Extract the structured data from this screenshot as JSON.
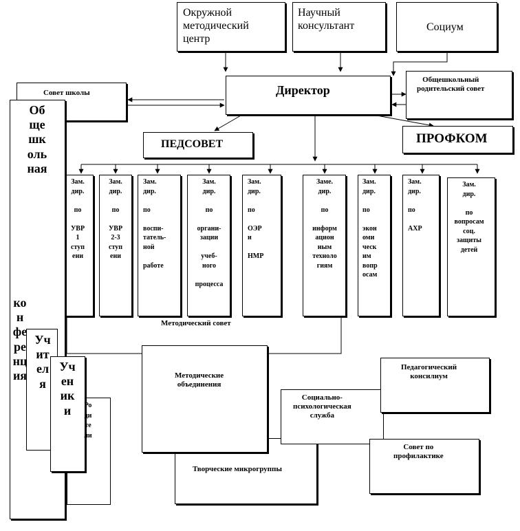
{
  "org": {
    "okruzhnoy": "Окружной\nметодический\nцентр",
    "nauchny": "Научный\nконсультант",
    "sotsium": "Социум",
    "director": "Директор",
    "sovet_shkoly": "Совет школы",
    "roditelsky_sovet": "Общешкольный\nродительский совет",
    "pedsovet": "ПЕДСОВЕТ",
    "profkom": "ПРОФКОМ",
    "conference": "Общешкольная",
    "conference2": "конференция",
    "uchitelya": "Учителя",
    "ucheniki": "Ученики",
    "roditeli": "Родители",
    "metod_sovet": "Методический совет",
    "metod_obedineniya": "Методические\nобъединения",
    "tvorcheskie": "Творческие микрогруппы",
    "sots_psih": "Социально-\nпсихологическая\nслужба",
    "ped_konsilium": "Педагогический\nконсилиум",
    "sovet_profilaktika": "Совет по\nпрофилактике"
  },
  "deputies": [
    {
      "id": "uvr1",
      "text": "Зам.\nдир.\n\nпо\n\nУВР\n1\nступ\nени"
    },
    {
      "id": "uvr23",
      "text": "Зам.\nдир.\n\nпо\n\nУВР\n2-3\nступ\nени"
    },
    {
      "id": "vospit",
      "text": "Зам.\nдир.\n\nпо\n\nвоспи-\nтатель-\nной\n\nработе"
    },
    {
      "id": "organiz",
      "text": "Зам.\nдир.\n\nпо\n\nоргани-\nзации\n\nучеб-\nного\n\nпроцесса"
    },
    {
      "id": "oer",
      "text": "Зам.\nдир.\n\nпо\n\nОЭР\nи\n\nНМР"
    },
    {
      "id": "inform",
      "text": "Заме.\nдир.\n\nпо\n\nинформ\nацион\nным\nтехноло\nгиям"
    },
    {
      "id": "ekonom",
      "text": "Зам.\nдир.\n\nпо\n\nэкон\nоми\nческ\nим\nвопр\nосам"
    },
    {
      "id": "ahr",
      "text": "Зам.\nдир.\n\nпо\n\nАХР"
    },
    {
      "id": "soc",
      "text": "Зам.\nдир.\n\nпо\nвопросам\nсоц.\nзащиты\nдетей"
    }
  ]
}
